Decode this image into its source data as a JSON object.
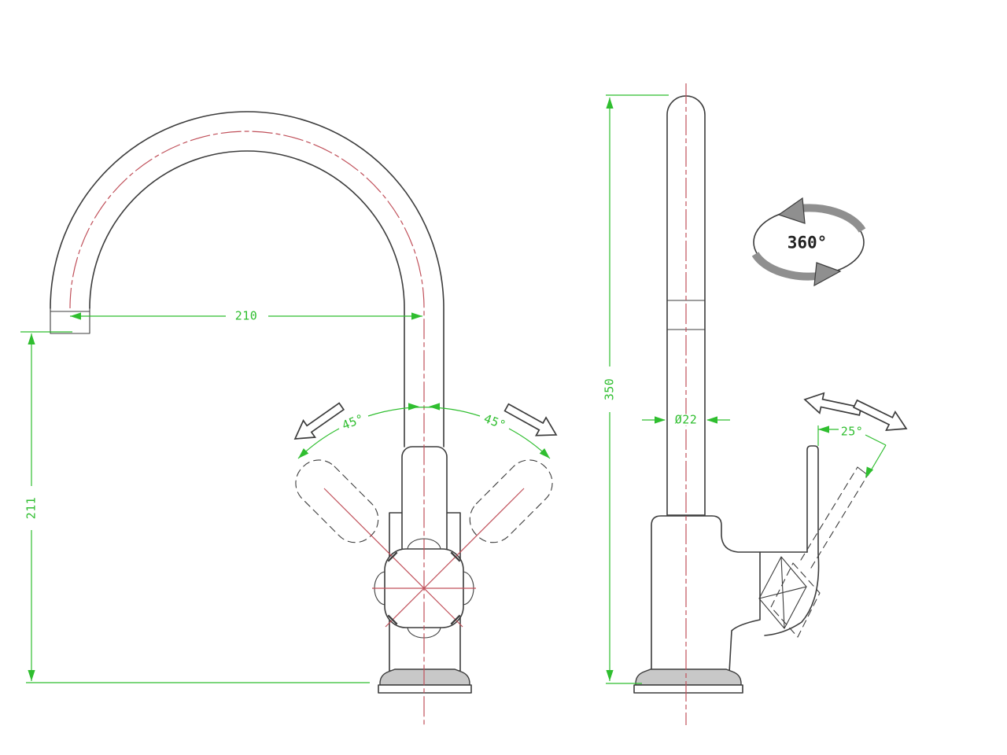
{
  "title": "Kitchen faucet technical drawing, front and side views",
  "colors": {
    "line": "#3c3c3c",
    "centerline": "#c0505a",
    "dimension": "#2fbe2f",
    "basefill": "#c8c8c8",
    "arrowgray": "#8f8f8f"
  },
  "dims": {
    "reach": "210",
    "tip_height": "211",
    "height": "350",
    "diameter": "Ø22",
    "swing_left": "45°",
    "swing_right": "45°",
    "tilt": "25°",
    "swivel": "360°"
  }
}
